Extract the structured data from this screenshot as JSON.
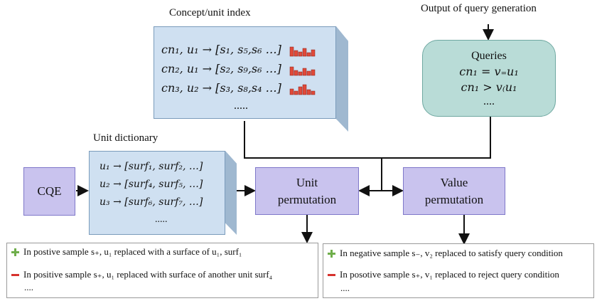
{
  "concept_index": {
    "title": "Concept/unit index",
    "rows": [
      "cn₁, u₁ → [s₁, s₅,s₆ …]",
      "cn₂, u₁ → [s₂, s₉,s₆ …]",
      "cn₃, u₂ → [s₃, s₈,s₄ …]"
    ],
    "ellipsis": "....."
  },
  "unit_dictionary": {
    "title": "Unit dictionary",
    "rows": [
      "u₁ → [surf₁, surf₂, …]",
      "u₂ → [surf₄, surf₅, …]",
      "u₃ → [surf₆, surf₇, …]"
    ],
    "ellipsis": "....."
  },
  "query_output": {
    "title": "Output of query generation",
    "box_title": "Queries",
    "rows": [
      "cn₁ = v₌u₁",
      "cn₁ > v₍u₁"
    ],
    "ellipsis": "...."
  },
  "nodes": {
    "cqe": "CQE",
    "unit_perm_line1": "Unit",
    "unit_perm_line2": "permutation",
    "value_perm_line1": "Value",
    "value_perm_line2": "permutation"
  },
  "unit_notes": {
    "positive": "In postive sample s₊,  u₁ replaced with a surface of u₁, surf₁",
    "negative": "In positive sample s₊, u₁ replaced with surface of another unit surf₄",
    "ellipsis": "...."
  },
  "value_notes": {
    "positive": "In negative sample s₋, v₂ replaced to satisfy query condition",
    "negative": "In posotive sample s₊, v₁ replaced to reject query condition",
    "ellipsis": "...."
  },
  "colors": {
    "cube_front": "#cfe0f1",
    "purple_box": "#c9c3ee",
    "teal_box": "#b9dcd7",
    "plus": "#6fae4b",
    "minus": "#d6322d",
    "hist_bars": "#e04a3a"
  }
}
